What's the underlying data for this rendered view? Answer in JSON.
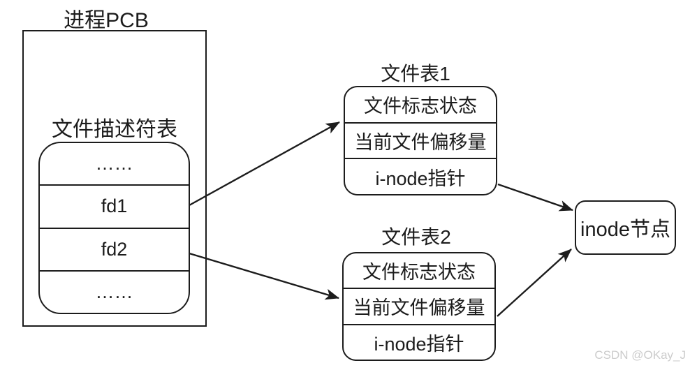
{
  "pcb": {
    "title": "进程PCB",
    "table_label": "文件描述符表",
    "rows": [
      "……",
      "fd1",
      "fd2",
      "……"
    ]
  },
  "file_tables": [
    {
      "title": "文件表1",
      "rows": [
        "文件标志状态",
        "当前文件偏移量",
        "i-node指针"
      ]
    },
    {
      "title": "文件表2",
      "rows": [
        "文件标志状态",
        "当前文件偏移量",
        "i-node指针"
      ]
    }
  ],
  "inode": {
    "label": "inode节点"
  },
  "connections": [
    {
      "from": "fd1",
      "to": "文件表1"
    },
    {
      "from": "fd2",
      "to": "文件表2"
    },
    {
      "from": "文件表1 i-node指针",
      "to": "inode节点"
    },
    {
      "from": "文件表2 i-node指针",
      "to": "inode节点"
    }
  ],
  "watermark": "CSDN @OKay_J",
  "colors": {
    "stroke": "#1c1c1c",
    "text": "#1c1c1c",
    "watermark": "#cccccc",
    "background": "#ffffff"
  }
}
